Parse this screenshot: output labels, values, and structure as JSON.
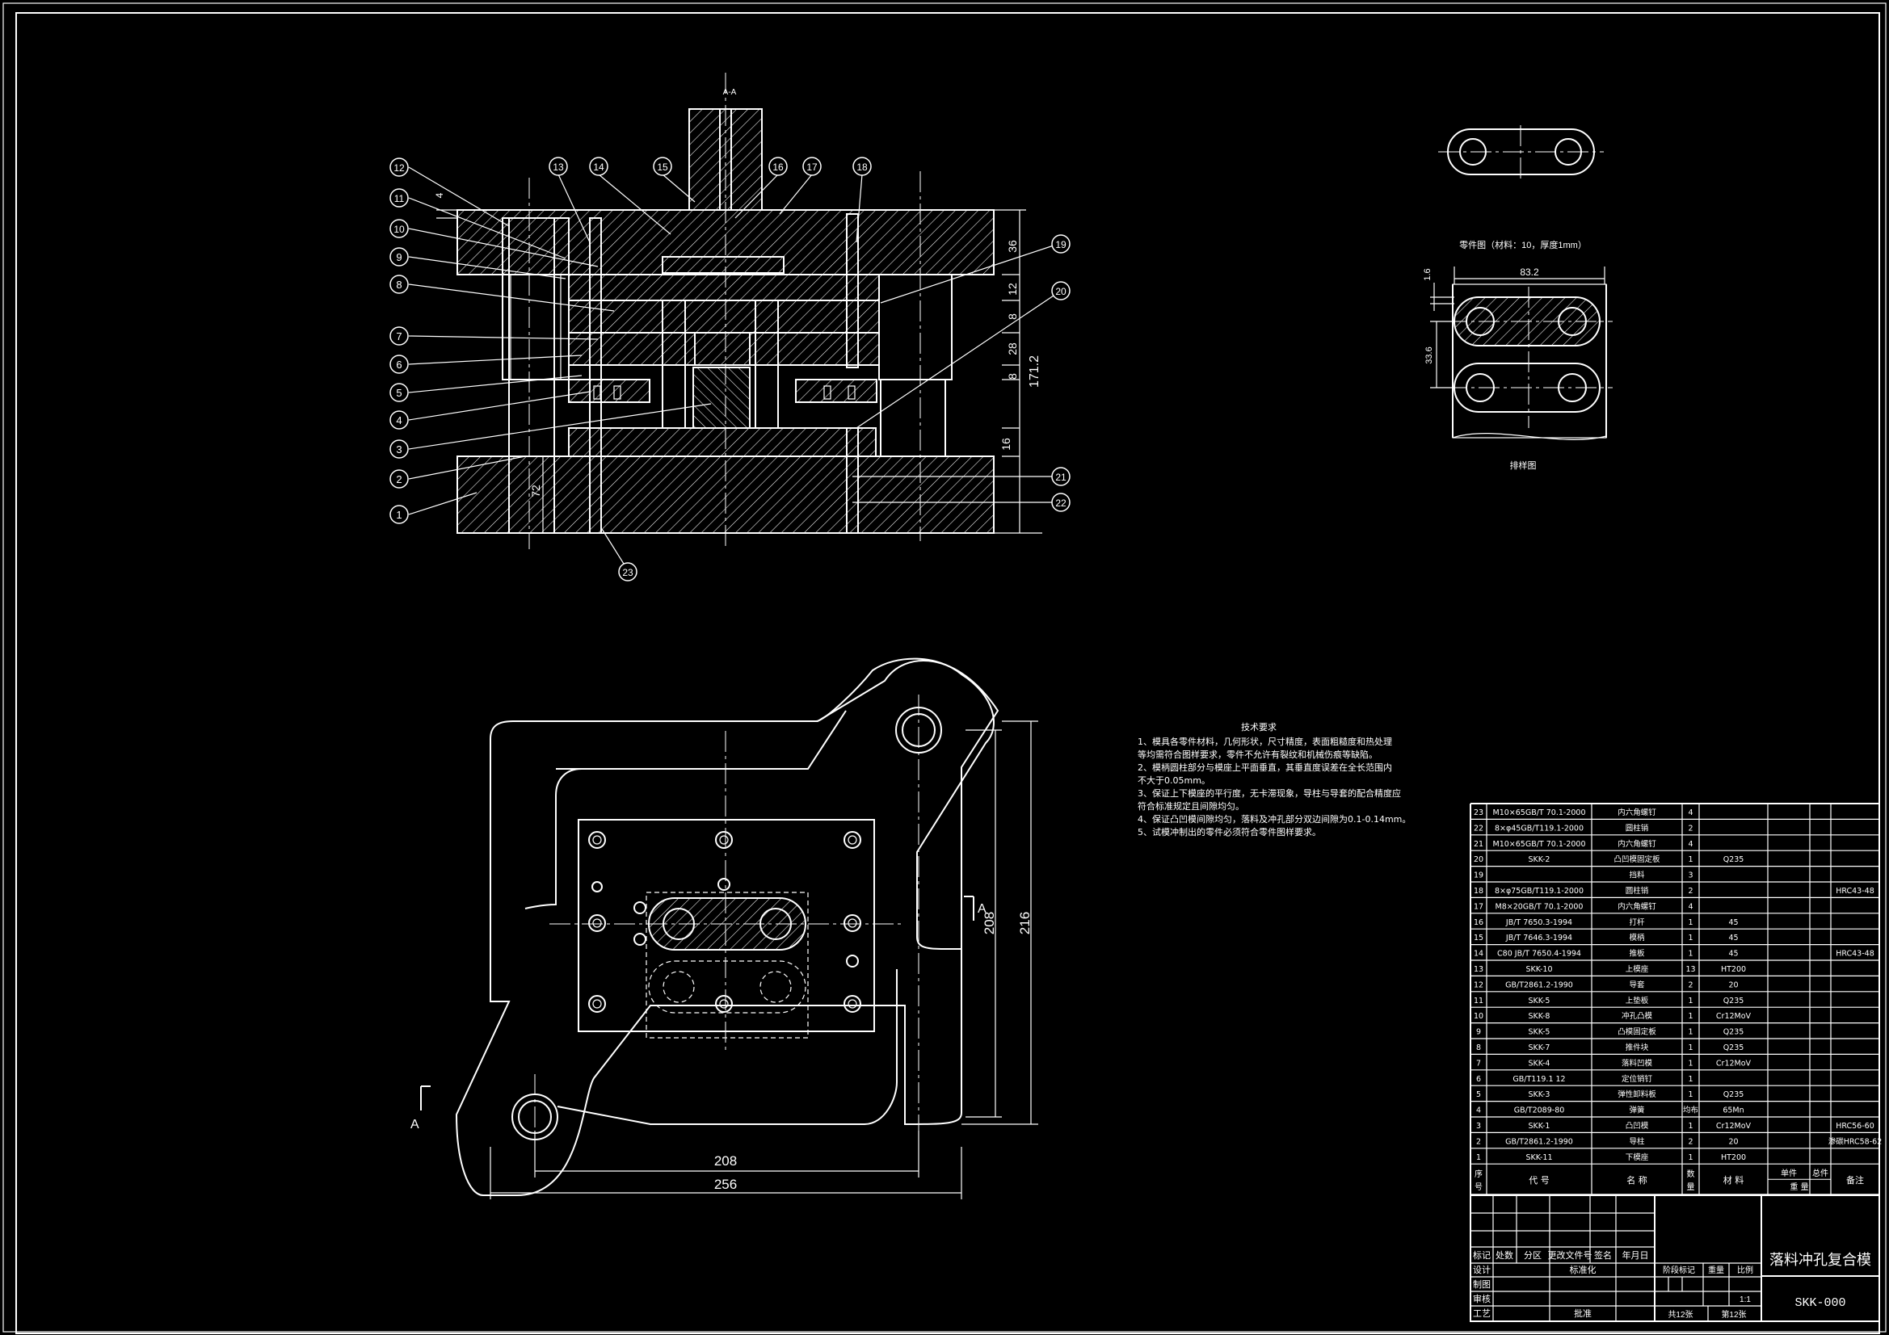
{
  "section_label": "A-A",
  "view_marker": "A",
  "part_drawing_title": "零件图（材料：10，厚度1mm）",
  "layout_drawing_title": "排样图",
  "balloons": [
    "1",
    "2",
    "3",
    "4",
    "5",
    "6",
    "7",
    "8",
    "9",
    "10",
    "11",
    "12",
    "13",
    "14",
    "15",
    "16",
    "17",
    "18",
    "19",
    "20",
    "21",
    "22",
    "23"
  ],
  "dims": {
    "d4": "4",
    "d36": "36",
    "d12": "12",
    "d8a": "8",
    "d28": "28",
    "d8b": "8",
    "d171_2": "171.2",
    "d16": "16",
    "d72": "72",
    "d208v": "208",
    "d216": "216",
    "d208h": "208",
    "d256": "256",
    "d83_2": "83.2",
    "d1_6": "1.6",
    "d33_6": "33.6"
  },
  "tech_requirements": {
    "title": "技术要求",
    "lines": [
      "1、模具各零件材料，几何形状，尺寸精度，表面粗糙度和热处理",
      "   等均需符合图样要求，零件不允许有裂纹和机械伤痕等缺陷。",
      "2、模柄圆柱部分与模座上平面垂直，其垂直度误差在全长范围内",
      "   不大于0.05mm。",
      "3、保证上下模座的平行度，无卡滞现象，导柱与导套的配合精度应",
      "   符合标准规定且间隙均匀。",
      "4、保证凸凹模间隙均匀，落料及冲孔部分双边间隙为0.1-0.14mm。",
      "5、试模冲制出的零件必须符合零件图样要求。"
    ]
  },
  "bom": {
    "rows": [
      {
        "no": "23",
        "code": "M10×65GB/T 70.1-2000",
        "name": "内六角螺钉",
        "qty": "4",
        "mat": "",
        "w1": "",
        "w2": "",
        "note": ""
      },
      {
        "no": "22",
        "code": "8×φ45GB/T119.1-2000",
        "name": "圆柱销",
        "qty": "2",
        "mat": "",
        "w1": "",
        "w2": "",
        "note": ""
      },
      {
        "no": "21",
        "code": "M10×65GB/T 70.1-2000",
        "name": "内六角螺钉",
        "qty": "4",
        "mat": "",
        "w1": "",
        "w2": "",
        "note": ""
      },
      {
        "no": "20",
        "code": "SKK-2",
        "name": "凸凹模固定板",
        "qty": "1",
        "mat": "Q235",
        "w1": "",
        "w2": "",
        "note": ""
      },
      {
        "no": "19",
        "code": "",
        "name": "挡料",
        "qty": "3",
        "mat": "",
        "w1": "",
        "w2": "",
        "note": ""
      },
      {
        "no": "18",
        "code": "8×φ75GB/T119.1-2000",
        "name": "圆柱销",
        "qty": "2",
        "mat": "",
        "w1": "",
        "w2": "",
        "note": "HRC43-48"
      },
      {
        "no": "17",
        "code": "M8×20GB/T 70.1-2000",
        "name": "内六角螺钉",
        "qty": "4",
        "mat": "",
        "w1": "",
        "w2": "",
        "note": ""
      },
      {
        "no": "16",
        "code": "JB/T 7650.3-1994",
        "name": "打杆",
        "qty": "1",
        "mat": "45",
        "w1": "",
        "w2": "",
        "note": ""
      },
      {
        "no": "15",
        "code": "JB/T 7646.3-1994",
        "name": "模柄",
        "qty": "1",
        "mat": "45",
        "w1": "",
        "w2": "",
        "note": ""
      },
      {
        "no": "14",
        "code": "C80 JB/T 7650.4-1994",
        "name": "推板",
        "qty": "1",
        "mat": "45",
        "w1": "",
        "w2": "",
        "note": "HRC43-48"
      },
      {
        "no": "13",
        "code": "SKK-10",
        "name": "上模座",
        "qty": "13",
        "mat": "HT200",
        "w1": "",
        "w2": "",
        "note": ""
      },
      {
        "no": "12",
        "code": "GB/T2861.2-1990",
        "name": "导套",
        "qty": "2",
        "mat": "20",
        "w1": "",
        "w2": "",
        "note": ""
      },
      {
        "no": "11",
        "code": "SKK-5",
        "name": "上垫板",
        "qty": "1",
        "mat": "Q235",
        "w1": "",
        "w2": "",
        "note": ""
      },
      {
        "no": "10",
        "code": "SKK-8",
        "name": "冲孔凸模",
        "qty": "1",
        "mat": "Cr12MoV",
        "w1": "",
        "w2": "",
        "note": ""
      },
      {
        "no": "9",
        "code": "SKK-5",
        "name": "凸模固定板",
        "qty": "1",
        "mat": "Q235",
        "w1": "",
        "w2": "",
        "note": ""
      },
      {
        "no": "8",
        "code": "SKK-7",
        "name": "推件块",
        "qty": "1",
        "mat": "Q235",
        "w1": "",
        "w2": "",
        "note": ""
      },
      {
        "no": "7",
        "code": "SKK-4",
        "name": "落料凹模",
        "qty": "1",
        "mat": "Cr12MoV",
        "w1": "",
        "w2": "",
        "note": ""
      },
      {
        "no": "6",
        "code": "GB/T119.1 12",
        "name": "定位销钉",
        "qty": "1",
        "mat": "",
        "w1": "",
        "w2": "",
        "note": ""
      },
      {
        "no": "5",
        "code": "SKK-3",
        "name": "弹性卸料板",
        "qty": "1",
        "mat": "Q235",
        "w1": "",
        "w2": "",
        "note": ""
      },
      {
        "no": "4",
        "code": "GB/T2089-80",
        "name": "弹簧",
        "qty": "均布",
        "mat": "65Mn",
        "w1": "",
        "w2": "",
        "note": ""
      },
      {
        "no": "3",
        "code": "SKK-1",
        "name": "凸凹模",
        "qty": "1",
        "mat": "Cr12MoV",
        "w1": "",
        "w2": "",
        "note": "HRC56-60"
      },
      {
        "no": "2",
        "code": "GB/T2861.2-1990",
        "name": "导柱",
        "qty": "2",
        "mat": "20",
        "w1": "",
        "w2": "",
        "note": "渗碳HRC58-62"
      },
      {
        "no": "1",
        "code": "SKK-11",
        "name": "下模座",
        "qty": "1",
        "mat": "HT200",
        "w1": "",
        "w2": "",
        "note": ""
      }
    ],
    "header": {
      "no": "序号",
      "code": "代    号",
      "name": "名    称",
      "qty": "数量",
      "mat": "材    料",
      "w1": "单件",
      "w2": "总件",
      "weight": "重  量",
      "note": "备注"
    }
  },
  "title_block": {
    "drawing_title": "落料冲孔复合模",
    "drawing_number": "SKK-000",
    "row_labels": [
      "标记",
      "处数",
      "分区",
      "更改文件号",
      "签名",
      "年月日"
    ],
    "left_labels": [
      "设计",
      "制图",
      "审核",
      "工艺"
    ],
    "standardize": "标准化",
    "approve": "批准",
    "stage_mark": "阶段标记",
    "weight_label": "重量",
    "scale_label": "比例",
    "scale_value": "1:1",
    "sheets_total": "共12张",
    "sheet_no": "第12张"
  }
}
